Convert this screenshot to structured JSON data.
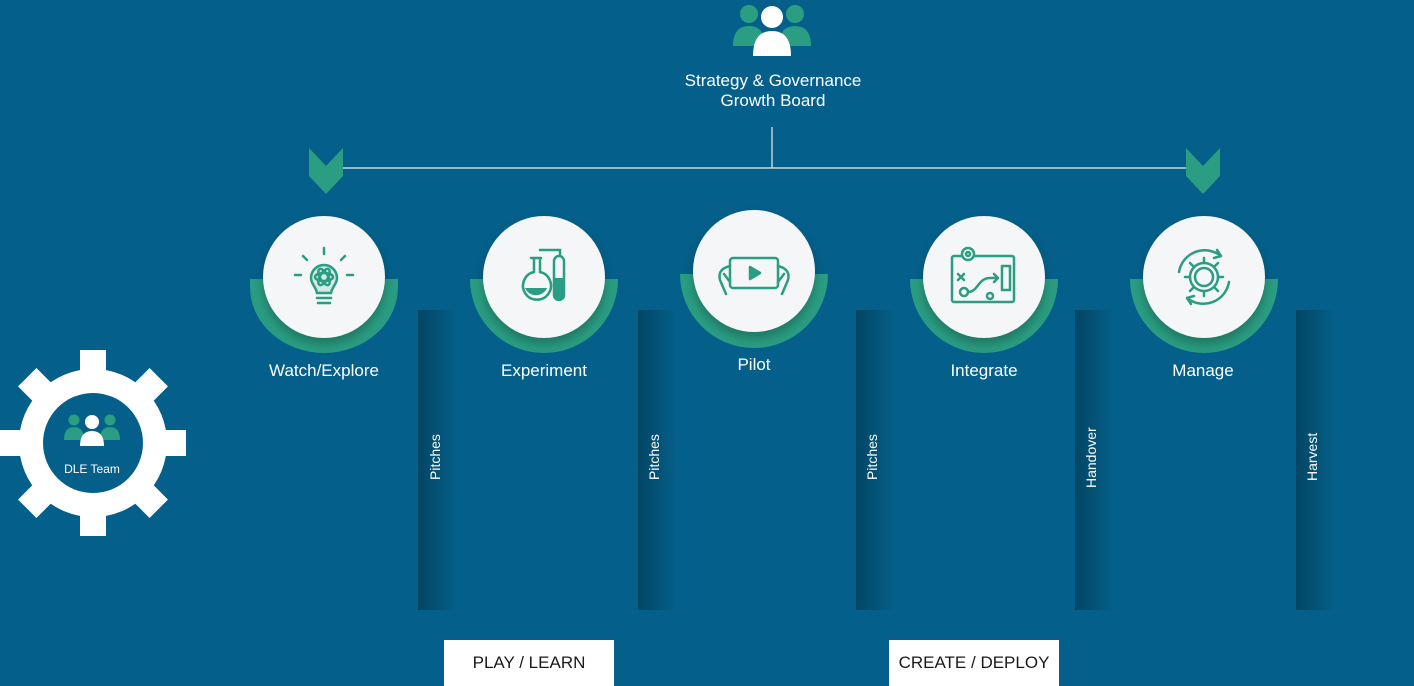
{
  "top": {
    "icon": "people-group-icon",
    "title_line1": "Strategy & Governance",
    "title_line2": "Growth Board"
  },
  "stages": [
    {
      "label": "Watch/Explore",
      "icon": "lightbulb-atom-icon"
    },
    {
      "label": "Experiment",
      "icon": "lab-flask-icon"
    },
    {
      "label": "Pilot",
      "icon": "tablet-play-icon"
    },
    {
      "label": "Integrate",
      "icon": "strategy-board-icon"
    },
    {
      "label": "Manage",
      "icon": "gear-cycle-icon"
    }
  ],
  "dividers": [
    "Pitches",
    "Pitches",
    "Pitches",
    "Handover",
    "Harvest"
  ],
  "phases": [
    "PLAY / LEARN",
    "CREATE / DEPLOY"
  ],
  "team": {
    "label": "DLE Team",
    "icon": "people-group-icon"
  },
  "colors": {
    "background": "#04608a",
    "accent": "#2a9d82",
    "circle": "#f4f6f7",
    "text": "#ffffff"
  }
}
